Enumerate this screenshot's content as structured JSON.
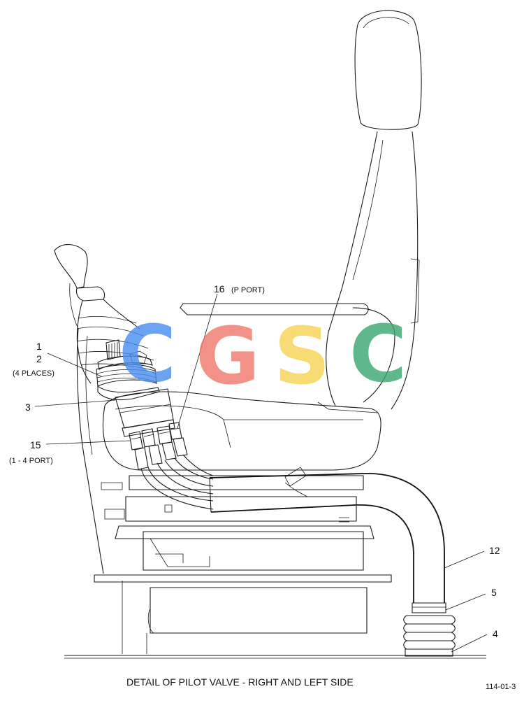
{
  "callouts": {
    "c1": "1",
    "c2": "2",
    "c2_note": "(4 PLACES)",
    "c3": "3",
    "c15": "15",
    "c15_note": "(1 - 4 PORT)",
    "c16": "16",
    "c16_note": "(P PORT)",
    "c12": "12",
    "c5": "5",
    "c4": "4"
  },
  "caption": "DETAIL OF PILOT VALVE - RIGHT AND LEFT SIDE",
  "figure_id": "114-01-3",
  "watermark": {
    "letters": [
      "C",
      "G",
      "S",
      "C"
    ],
    "colors": [
      "#4d8ef0",
      "#f07a6e",
      "#f7d457",
      "#3fa873"
    ]
  }
}
